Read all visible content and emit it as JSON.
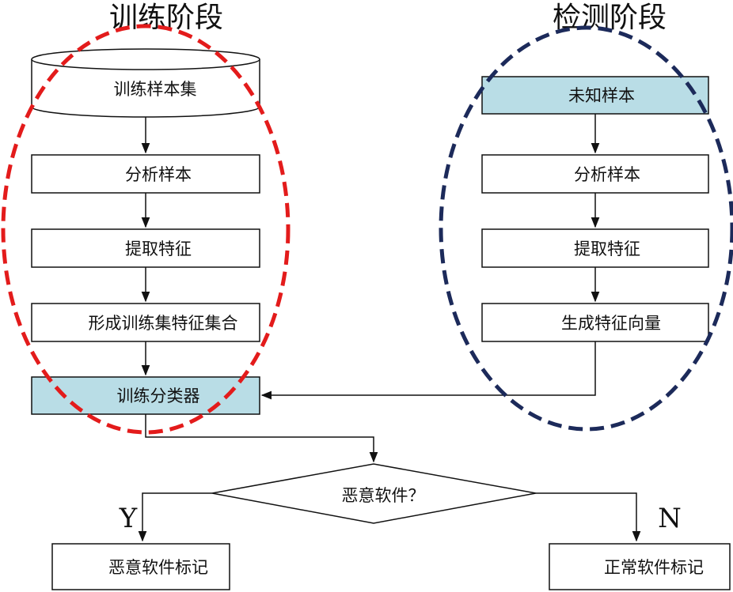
{
  "titles": {
    "training": "训练阶段",
    "detection": "检测阶段"
  },
  "training": {
    "sample_set": "训练样本集",
    "analyze": "分析样本",
    "extract": "提取特征",
    "form_features": "形成训练集特征集合",
    "train_classifier": "训练分类器"
  },
  "detection": {
    "unknown_sample": "未知样本",
    "analyze": "分析样本",
    "extract": "提取特征",
    "feature_vector": "生成特征向量"
  },
  "decision": {
    "question": "恶意软件？",
    "yes": "Y",
    "no": "N",
    "malware_mark": "恶意软件标记",
    "normal_mark": "正常软件标记"
  },
  "colors": {
    "highlight_fill": "#b9dde6",
    "training_ellipse": "#e31b1b",
    "detection_ellipse": "#1c2a5a"
  }
}
